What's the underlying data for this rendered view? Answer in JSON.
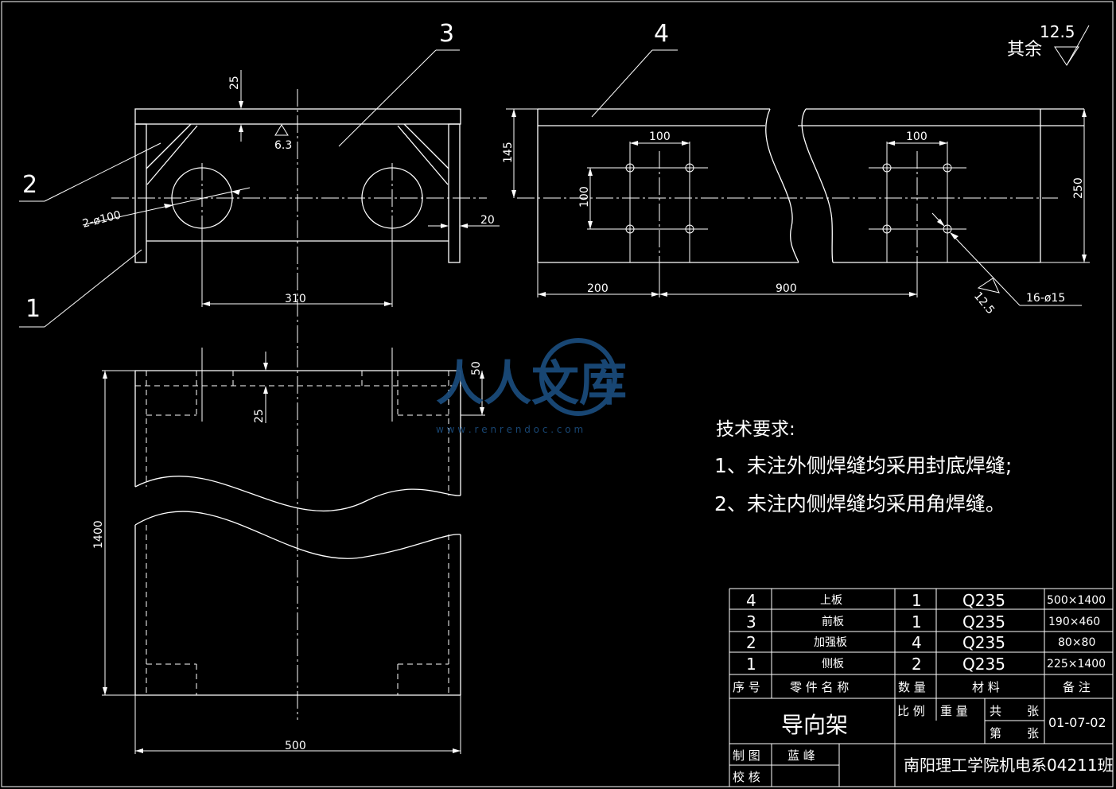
{
  "views": {
    "front": {
      "part_labels": [
        "2",
        "1",
        "3"
      ],
      "dims": {
        "top_25": "25",
        "hole_spec": "2-ø100",
        "side_20": "20",
        "span_310": "310",
        "roughness": "6.3"
      }
    },
    "top_plate": {
      "part_label": "4",
      "dims": {
        "h_145": "145",
        "pitch_left": "100",
        "pitch_right": "100",
        "v_100": "100",
        "h_250": "250",
        "d_200": "200",
        "d_900": "900",
        "hole_spec": "16-ø15",
        "roughness": "12.5"
      }
    },
    "plan": {
      "dims": {
        "d_50": "50",
        "d_25": "25",
        "d_1400": "1400",
        "d_500": "500"
      }
    }
  },
  "roughness_note": {
    "label": "其余",
    "value": "12.5"
  },
  "tech_requirements": {
    "title": "技术要求:",
    "items": [
      "1、未注外侧焊缝均采用封底焊缝;",
      "2、未注内侧焊缝均采用角焊缝。"
    ]
  },
  "watermark": {
    "text": "人人文库",
    "url": "w w w . r e n r e n d o c . c o m",
    "color": "#1a4a7a"
  },
  "title_block": {
    "parts": [
      {
        "no": "4",
        "name": "上板",
        "qty": "1",
        "material": "Q235",
        "note": "500×1400"
      },
      {
        "no": "3",
        "name": "前板",
        "qty": "1",
        "material": "Q235",
        "note": "190×460"
      },
      {
        "no": "2",
        "name": "加强板",
        "qty": "4",
        "material": "Q235",
        "note": "80×80"
      },
      {
        "no": "1",
        "name": "侧板",
        "qty": "2",
        "material": "Q235",
        "note": "225×1400"
      }
    ],
    "headers": {
      "no": "序 号",
      "name": "零 件 名 称",
      "qty": "数 量",
      "material": "材 料",
      "note": "备 注"
    },
    "drawing_name": "导向架",
    "scale_label": "比 例",
    "weight_label": "重 量",
    "total_label": "共",
    "sheets_label": "张",
    "sheet_label": "第",
    "drawing_no": "01-07-02",
    "drawn_label": "制 图",
    "drawn_by": "蓝 峰",
    "checked_label": "校 核",
    "school": "南阳理工学院机电系04211班"
  }
}
